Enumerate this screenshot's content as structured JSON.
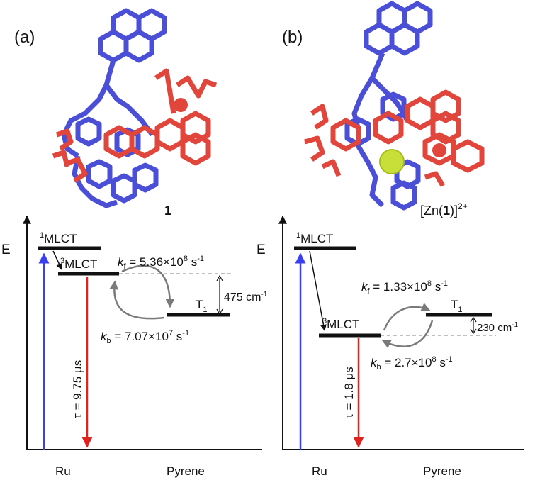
{
  "panel_a": {
    "tag": "(a)",
    "compound": "1",
    "energy_axis": "E",
    "x_left": "Ru",
    "x_right": "Pyrene",
    "singlet": {
      "sup": "1",
      "name": "MLCT"
    },
    "triplet": {
      "sup": "3",
      "name": "MLCT"
    },
    "t1": {
      "name": "T",
      "sub": "1"
    },
    "kf": {
      "k": "k",
      "sub": "f",
      "eq": " = 5.36×10",
      "exp": "8",
      "unit": " s",
      "unit_exp": "-1"
    },
    "kb": {
      "k": "k",
      "sub": "b",
      "eq": " = 7.07×10",
      "exp": "7",
      "unit": " s",
      "unit_exp": "-1"
    },
    "gap": {
      "value": "475 cm",
      "exp": "-1"
    },
    "tau": "τ = 9.75 μs"
  },
  "panel_b": {
    "tag": "(b)",
    "compound_prefix": "[Zn(",
    "compound_bold": "1",
    "compound_suffix": ")]",
    "compound_charge": "2+",
    "energy_axis": "E",
    "x_left": "Ru",
    "x_right": "Pyrene",
    "singlet": {
      "sup": "1",
      "name": "MLCT"
    },
    "triplet": {
      "sup": "3",
      "name": "MLCT"
    },
    "t1": {
      "name": "T",
      "sub": "1"
    },
    "kf": {
      "k": "k",
      "sub": "f",
      "eq": " = 1.33×10",
      "exp": "8",
      "unit": " s",
      "unit_exp": "-1"
    },
    "kb": {
      "k": "k",
      "sub": "b",
      "eq": " = 2.7×10",
      "exp": "8",
      "unit": " s",
      "unit_exp": "-1"
    },
    "gap": {
      "value": "230 cm",
      "exp": "-1"
    },
    "tau": "τ = 1.8 μs"
  },
  "colors": {
    "ru_ligand": "#4a4fd6",
    "pyrene_ligand": "#e0463c",
    "excitation_arrow": "#3a3ff0",
    "decay_arrow": "#e0231f",
    "zinc": "#c8df3a",
    "curved_arrow": "#7a7a7a",
    "dashed": "#9a9a9a"
  }
}
